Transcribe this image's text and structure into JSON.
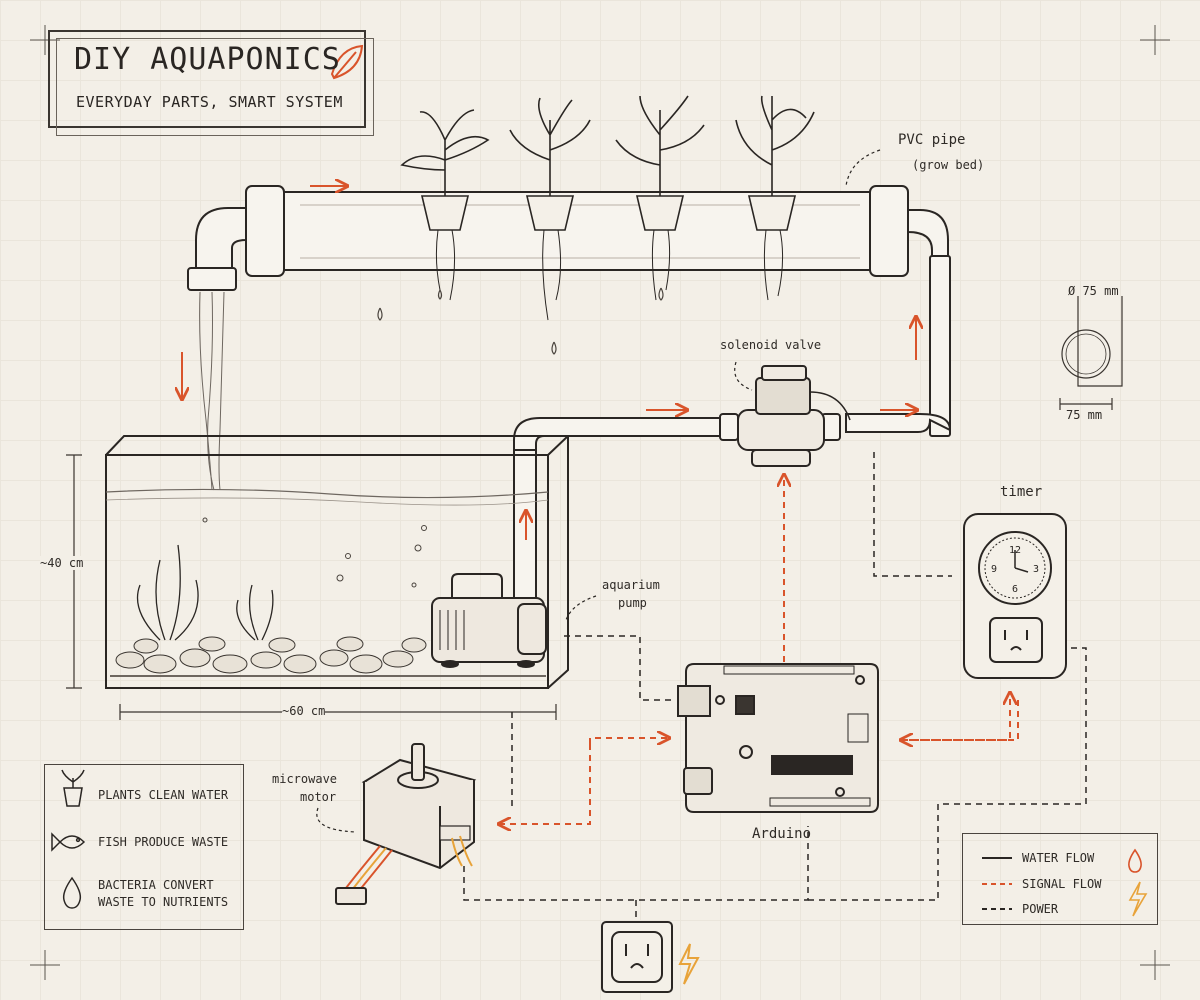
{
  "title": "DIY AQUAPONICS",
  "subtitle": "EVERYDAY PARTS, SMART SYSTEM",
  "labels": {
    "pvc_pipe": "PVC pipe",
    "grow_bed": "(grow bed)",
    "solenoid_valve": "solenoid valve",
    "timer": "timer",
    "aquarium": "aquarium",
    "pump": "pump",
    "arduino": "Arduino",
    "microwave": "microwave",
    "motor": "motor"
  },
  "dimensions": {
    "tank_height": "~40 cm",
    "tank_width": "~60 cm",
    "pipe_diameter": "Ø 75 mm",
    "pipe_width": "75 mm"
  },
  "timer_numbers": [
    "12",
    "3",
    "6",
    "9"
  ],
  "notes": [
    {
      "icon": "plant-icon",
      "lines": [
        "PLANTS CLEAN WATER"
      ]
    },
    {
      "icon": "fish-icon",
      "lines": [
        "FISH PRODUCE WASTE"
      ]
    },
    {
      "icon": "water-drop-icon",
      "lines": [
        "BACTERIA CONVERT",
        "WASTE TO NUTRIENTS"
      ]
    }
  ],
  "legend": [
    {
      "label": "WATER FLOW",
      "style": "solid",
      "color": "#2a2623",
      "icon": "water-drop-icon"
    },
    {
      "label": "SIGNAL FLOW",
      "style": "dashed",
      "color": "#d9542b",
      "icon": "lightning-icon"
    },
    {
      "label": "POWER",
      "style": "dashed",
      "color": "#2a2623"
    }
  ],
  "colors": {
    "ink": "#2a2623",
    "signal": "#d9542b",
    "paper": "#f3efe7",
    "accent_icon": "#e8a33a"
  }
}
